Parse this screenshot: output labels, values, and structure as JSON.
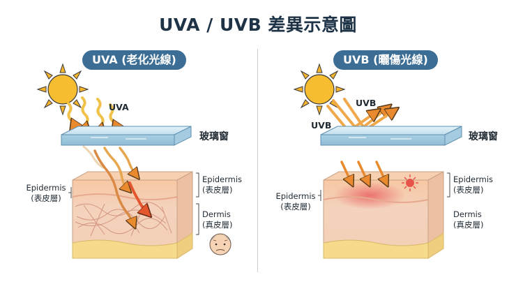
{
  "title": "UVA / UVB 差異示意圖",
  "left_panel": {
    "heading": "UVA (老化光線)",
    "ray_label": "UVA",
    "glass_label": "玻璃窗",
    "epidermis_left": "Epidermis",
    "epidermis_left_zh": "(表皮層)",
    "epidermis_right": "Epidermis",
    "epidermis_right_zh": "(表皮層)",
    "dermis_right": "Dermis",
    "dermis_right_zh": "(真皮層)"
  },
  "right_panel": {
    "heading": "UVB (曬傷光線)",
    "ray_label_top": "UVB",
    "ray_label_left": "UVB",
    "glass_label": "玻璃窗",
    "epidermis_left": "Epidermis",
    "epidermis_left_zh": "(表皮層)",
    "epidermis_right": "Epidermis",
    "epidermis_right_zh": "(表皮層)",
    "dermis_right": "Dermis",
    "dermis_right_zh": "(真皮層)"
  },
  "colors": {
    "pill": "#3c6d94",
    "sun": "#f5b82e",
    "glass": "#cfe6f2",
    "skin_top": "#f6c9a5",
    "dermis": "#f3d3bf",
    "fat": "#f6dd8f",
    "arrow": "#f2a445",
    "redness": "#e8545a"
  }
}
